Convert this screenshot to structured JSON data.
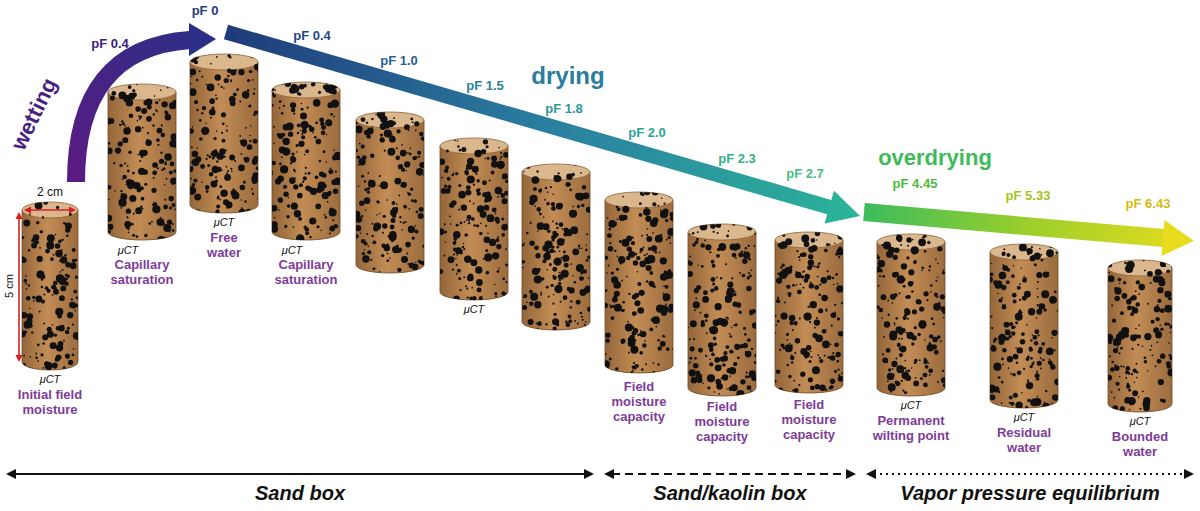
{
  "diagram": {
    "labels": [
      "wetting",
      "pF 0.4",
      "pF 0",
      "pF 0.4",
      "pF 1.0",
      "drying",
      "pF 1.5",
      "pF 1.8",
      "pF 2.0",
      "pF 2.3",
      "pF 2.7",
      "overdrying",
      "pF 4.45",
      "pF 5.33",
      "pF 6.43",
      "2 cm",
      "5 cm",
      "μCT",
      "Initial field moisture",
      "μCT",
      "Capillary saturation",
      "μCT",
      "Free water",
      "μCT",
      "Capillary saturation",
      "μCT",
      "Field moisture capacity",
      "Field moisture capacity",
      "Field moisture capacity",
      "μCT",
      "Permanent wilting point",
      "μCT",
      "Residual water",
      "μCT",
      "Bounded water",
      "Sand box",
      "Sand/kaolin box",
      "Vapor pressure equilibrium"
    ]
  }
}
